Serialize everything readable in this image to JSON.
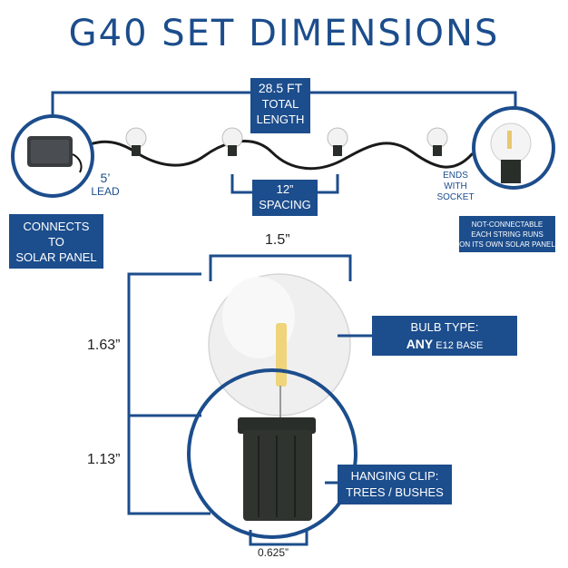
{
  "title": "G40 SET DIMENSIONS",
  "colors": {
    "brand_blue": "#1c4d8c",
    "wire": "#1a1a1a",
    "socket": "#2a2e2b",
    "bulb": "#efefef"
  },
  "total_length": {
    "value": "28.5 FT",
    "line1": "TOTAL",
    "line2": "LENGTH"
  },
  "lead": {
    "value": "5’",
    "label": "LEAD"
  },
  "spacing": {
    "value": "12”",
    "label": "SPACING"
  },
  "ends": {
    "line1": "ENDS",
    "line2": "WITH",
    "line3": "SOCKET"
  },
  "connects_box": {
    "line1": "CONNECTS",
    "line2": "TO",
    "line3": "SOLAR PANEL"
  },
  "not_connectable_box": {
    "line1": "NOT-CONNECTABLE",
    "line2": "EACH STRING RUNS",
    "line3": "ON ITS OWN SOLAR PANEL"
  },
  "bulb_type_box": {
    "line1": "BULB TYPE:",
    "bold": "ANY",
    "line2_rest": " E12 BASE"
  },
  "hanging_clip_box": {
    "line1": "HANGING CLIP:",
    "line2": "TREES / BUSHES"
  },
  "dimensions": {
    "width": "1.5”",
    "bulb_height": "1.63”",
    "socket_height": "1.13”",
    "socket_width": "0.625”"
  },
  "icons": [
    "solar-panel-icon",
    "bulb-icon",
    "socket-icon"
  ]
}
